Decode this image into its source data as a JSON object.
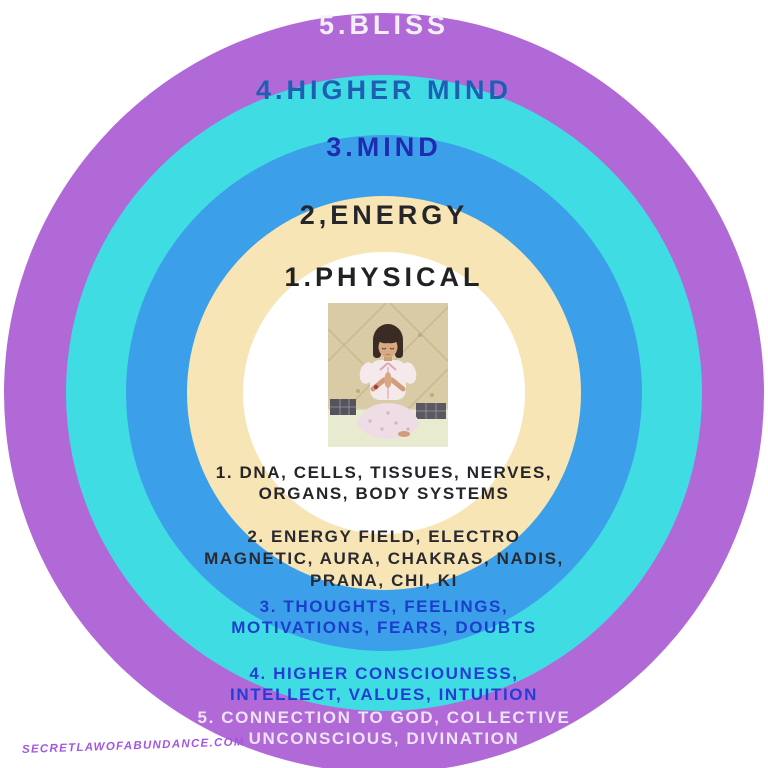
{
  "colors": {
    "background": "#ffffff",
    "watermark": "#a356e0"
  },
  "rings": [
    {
      "label": "5.BLISS",
      "label_color": "#f3eff7",
      "fill": "#b169d8",
      "desc_lines": [
        "5. CONNECTION TO GOD, COLLECTIVE",
        "UNCONSCIOUS, DIVINATION"
      ],
      "desc_color": "#ece4f6"
    },
    {
      "label": "4.HIGHER MIND",
      "label_color": "#1e5fb4",
      "fill": "#40dce4",
      "desc_lines": [
        "4. HIGHER CONSCIOUNESS,",
        "INTELLECT, VALUES, INTUITION"
      ],
      "desc_color": "#233ed6"
    },
    {
      "label": "3.MIND",
      "label_color": "#202cb0",
      "fill": "#3ba0e9",
      "desc_lines": [
        "3. THOUGHTS, FEELINGS,",
        "MOTIVATIONS, FEARS, DOUBTS"
      ],
      "desc_color": "#1c3ecd"
    },
    {
      "label": "2,ENERGY",
      "label_color": "#26252b",
      "fill": "#f8e5b5",
      "desc_lines": [
        "2. ENERGY FIELD, ELECTRO",
        "MAGNETIC, AURA, CHAKRAS, NADIS,",
        "PRANA, CHI, KI"
      ],
      "desc_color": "#2a292f"
    },
    {
      "label": "1.PHYSICAL",
      "label_color": "#222222",
      "fill": "#ffffff",
      "desc_lines": [
        "1. DNA, CELLS, TISSUES, NERVES,",
        "ORGANS, BODY SYSTEMS"
      ],
      "desc_color": "#26252b"
    }
  ],
  "photo": {
    "alt": "young girl in pajamas meditating cross-legged with hands in prayer in front of a beige tufted headboard"
  },
  "watermark": {
    "text": "SECRETLAWOFABUNDANCE.COM"
  }
}
